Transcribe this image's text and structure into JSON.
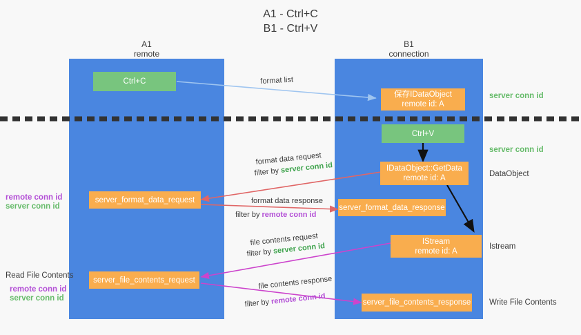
{
  "title": {
    "line1": "A1 - Ctrl+C",
    "line2": "B1 - Ctrl+V"
  },
  "columns": {
    "left": {
      "name": "A1",
      "sub": "remote"
    },
    "right": {
      "name": "B1",
      "sub": "connection"
    }
  },
  "colors": {
    "column_blue": "#4a86e0",
    "box_green": "#78c57e",
    "box_orange": "#f9ad4e",
    "server_conn_green": "#66bb6a",
    "remote_conn_purple": "#b34fd6",
    "arrow_blue": "#9fc5f0",
    "arrow_red": "#e06666",
    "arrow_magenta": "#cc44cc",
    "arrow_black": "#000000",
    "divider_black": "#333333",
    "page_background": "#f8f8f8"
  },
  "boxes": {
    "ctrl_c": "Ctrl+C",
    "ctrl_v": "Ctrl+V",
    "save_dataobject_l1": "保存IDataObject",
    "save_dataobject_l2": "remote id: A",
    "getdata_l1": "IDataObject::GetData",
    "getdata_l2": "remote id: A",
    "istream_l1": "IStream",
    "istream_l2": "remote id: A",
    "server_format_data_request": "server_format_data_request",
    "server_format_data_response": "server_format_data_response",
    "server_file_contents_request": "server_file_contents_request",
    "server_file_contents_response": "server_file_contents_response"
  },
  "side_labels": {
    "server_conn_id_1": "server conn id",
    "server_conn_id_2": "server conn id",
    "dataobject": "DataObject",
    "istream": "Istream",
    "write_file_contents": "Write File Contents",
    "read_file_contents": "Read File Contents",
    "left_remote_conn_id_1": "remote conn id",
    "left_server_conn_id_1": "server conn id",
    "left_remote_conn_id_2": "remote conn id",
    "left_server_conn_id_2": "server conn id"
  },
  "edge_labels": {
    "format_list": "format list",
    "format_data_request": "format data request",
    "format_data_request_filter_prefix": "filter by ",
    "format_data_request_filter_value": "server conn id",
    "format_data_response": "format data response",
    "format_data_response_filter_prefix": "filter by ",
    "format_data_response_filter_value": "remote conn id",
    "file_contents_request": "file contents request",
    "file_contents_request_filter_prefix": "filter by ",
    "file_contents_request_filter_value": "server conn id",
    "file_contents_response": "file contents response",
    "file_contents_response_filter_prefix": "filter by ",
    "file_contents_response_filter_value": "remote conn id"
  }
}
